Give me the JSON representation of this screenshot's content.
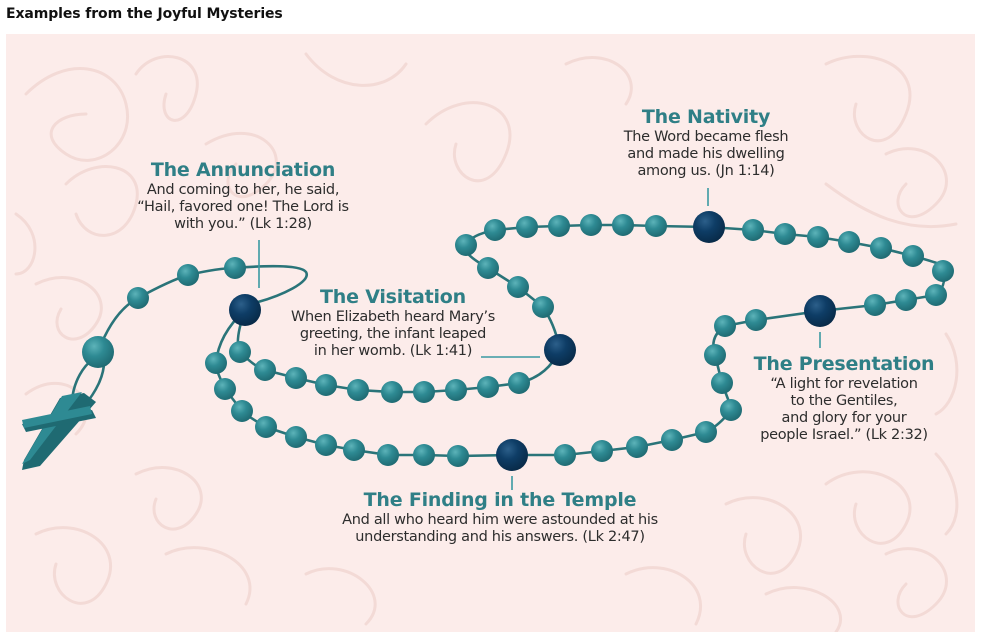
{
  "page": {
    "title": "Examples from the Joyful Mysteries"
  },
  "colors": {
    "background": "#fcecea",
    "bead": "#2e8a93",
    "bead_highlight": "#5db3b9",
    "bead_shadow": "#1f6a72",
    "mystery_bead": "#0e3d66",
    "cord": "#2a7479",
    "title_text": "#2f7f86",
    "verse_text": "#2d2d2d",
    "pattern": "#f4dcd9"
  },
  "mysteries": [
    {
      "id": "annunciation",
      "title": "The Annunciation",
      "verse": "And coming to her, he said,\n“Hail, favored one! The Lord is\nwith you.” (Lk 1:28)"
    },
    {
      "id": "visitation",
      "title": "The Visitation",
      "verse": "When Elizabeth heard Mary’s\ngreeting, the infant leaped\nin her womb. (Lk 1:41)"
    },
    {
      "id": "nativity",
      "title": "The Nativity",
      "verse": "The Word became flesh\nand made his dwelling\namong us. (Jn 1:14)"
    },
    {
      "id": "presentation",
      "title": "The Presentation",
      "verse": "“A light for revelation\nto the Gentiles,\nand glory for your\npeople Israel.” (Lk 2:32)"
    },
    {
      "id": "finding",
      "title": "The Finding in the Temple",
      "verse": "And all who heard him were astounded at his\nunderstanding and his answers. (Lk 2:47)"
    }
  ],
  "icons": {
    "cross": "crucifix-icon",
    "bead": "rosary-bead-icon",
    "mystery_bead": "mystery-bead-icon"
  }
}
